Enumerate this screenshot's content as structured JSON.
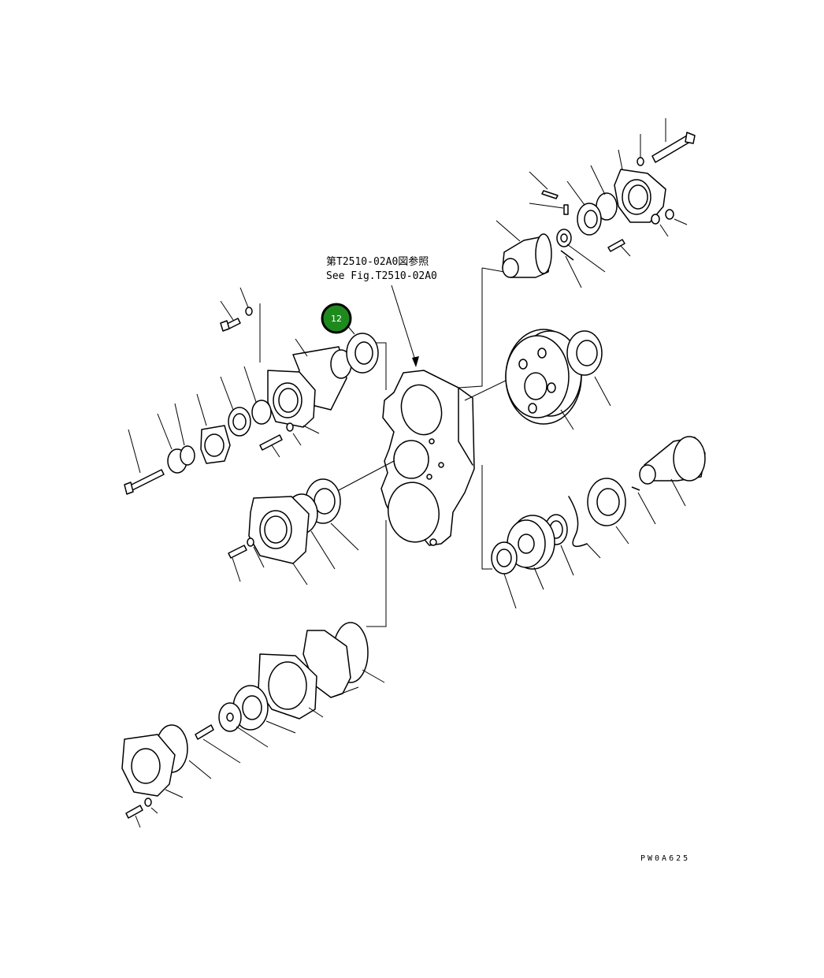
{
  "reference_note": {
    "line_jp": "第T2510-02A0図参照",
    "line_en": "See Fig.T2510-02A0"
  },
  "highlight_badge": {
    "label": "12",
    "color": "#1e8a1e"
  },
  "figure_code": "PW0A625"
}
